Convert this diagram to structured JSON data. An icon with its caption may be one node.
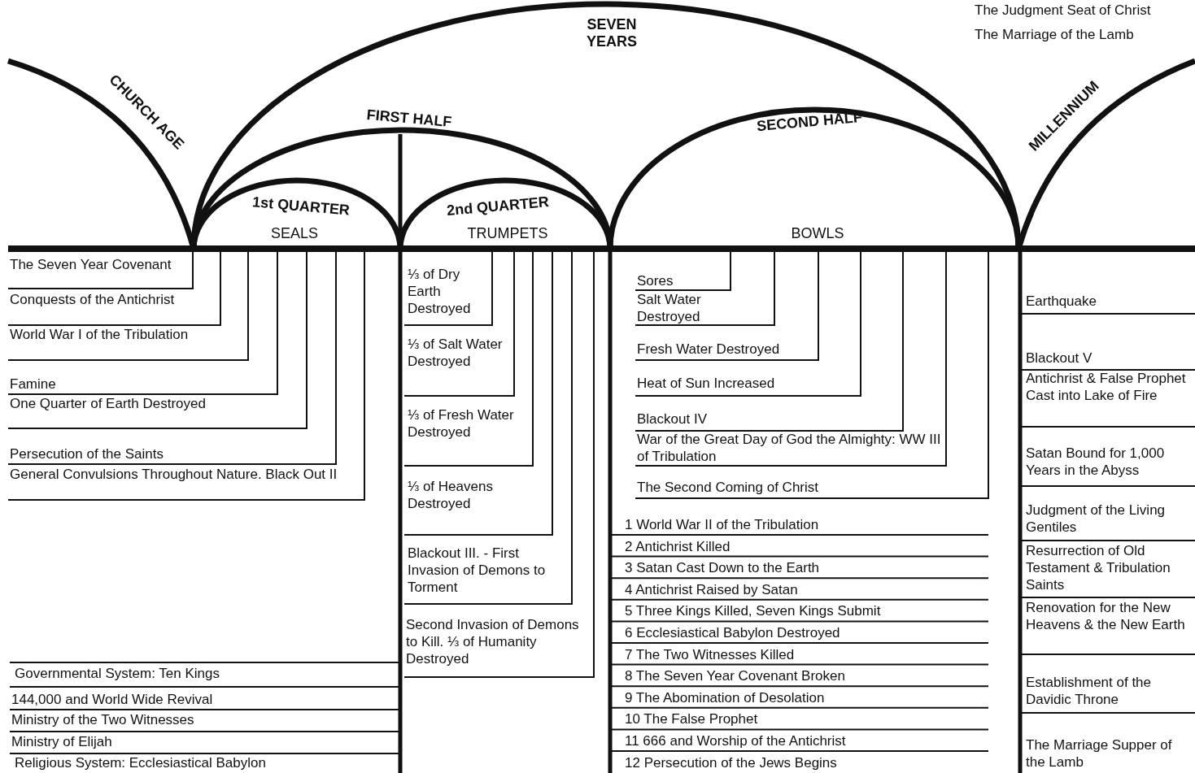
{
  "diagram": {
    "labels": [
      "The Judgment Seat of Christ",
      "The Marriage of the Lamb",
      "SEVEN YEARS",
      "CHURCH AGE",
      "FIRST HALF",
      "SECOND HALF",
      "MILLENNIUM",
      "1st QUARTER",
      "2nd QUARTER",
      "SEALS",
      "TRUMPETS",
      "BOWLS",
      "The Seven Year Covenant",
      "Conquests of the Antichrist",
      "World War I of the Tribulation",
      "Famine",
      "One Quarter of Earth Destroyed",
      "Persecution of the Saints",
      "General Convulsions Throughout Nature. Black Out II",
      "Governmental System: Ten Kings",
      "144,000 and World Wide Revival",
      "Ministry of the Two Witnesses",
      "Ministry of Elijah",
      "Religious System: Ecclesiastical Babylon",
      "⅓ of Dry Earth Destroyed",
      "⅓ of Salt Water Destroyed",
      "⅓ of Fresh Water Destroyed",
      "⅓ of Heavens Destroyed",
      "Blackout III. - First Invasion of Demons to Torment",
      "Second Invasion of Demons to Kill. ⅓ of Humanity Destroyed",
      "Sores",
      "Salt Water Destroyed",
      "Fresh Water Destroyed",
      "Heat of Sun Increased",
      "Blackout IV",
      "War of the Great Day of God the Almighty: WW III of Tribulation",
      "The Second Coming of Christ",
      "1 World War II of the Tribulation",
      "2 Antichrist Killed",
      "3 Satan Cast Down to the Earth",
      "4 Antichrist Raised by Satan",
      "5 Three Kings Killed, Seven Kings Submit",
      "6 Ecclesiastical Babylon Destroyed",
      "7 The Two Witnesses Killed",
      "8 The Seven Year Covenant Broken",
      "9 The Abomination of Desolation",
      "10 The False Prophet",
      "11 666 and Worship of the Antichrist",
      "12 Persecution of the Jews Begins",
      "Earthquake",
      "Blackout V",
      "Antichrist & False Prophet Cast into Lake of Fire",
      "Satan Bound for 1,000 Years in the Abyss",
      "Judgment of the Living Gentiles",
      "Resurrection of Old Testament & Tribulation Saints",
      "Renovation for the New Heavens & the New Earth",
      "Establishment of the Davidic Throne",
      "The Marriage Supper of the Lamb"
    ]
  }
}
